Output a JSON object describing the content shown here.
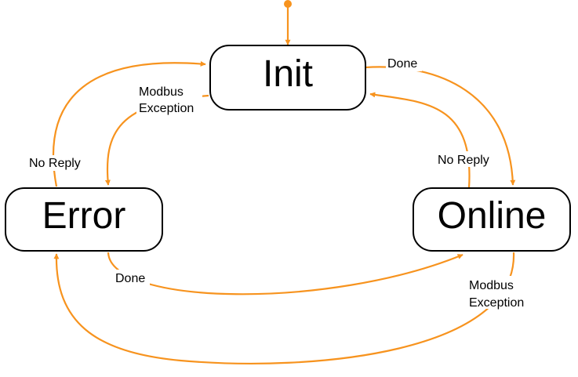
{
  "colors": {
    "edge": "#f7931e",
    "box_stroke": "#000000",
    "text": "#000000"
  },
  "states": {
    "init": "Init",
    "error": "Error",
    "online": "Online"
  },
  "transitions": {
    "init_to_online": "Done",
    "init_to_error_line1": "Modbus",
    "init_to_error_line2": "Exception",
    "error_to_init": "No Reply",
    "online_to_init": "No Reply",
    "error_to_online": "Done",
    "online_to_error_line1": "Modbus",
    "online_to_error_line2": "Exception"
  }
}
